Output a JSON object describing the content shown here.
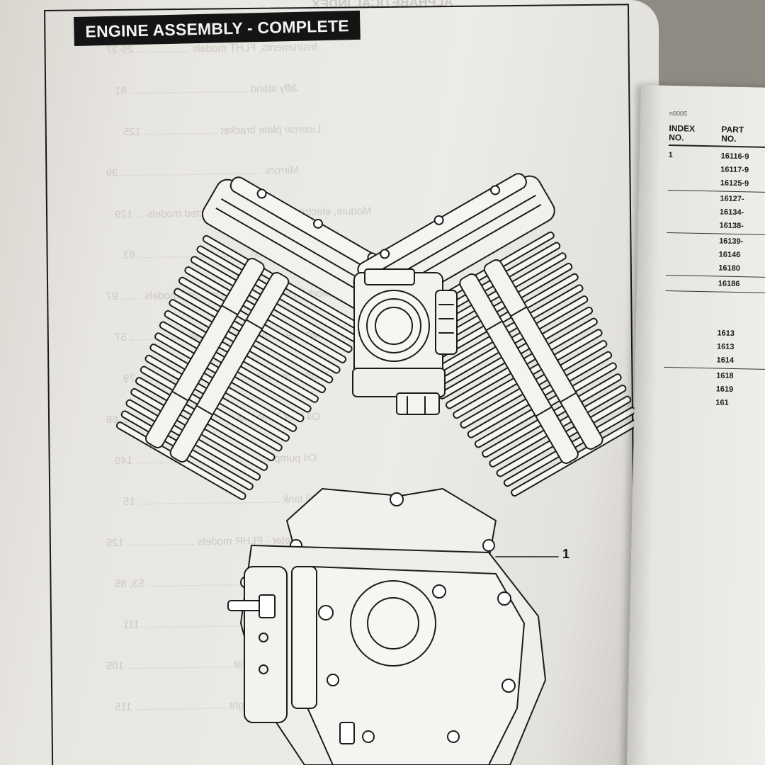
{
  "page": {
    "section_title": "ENGINE ASSEMBLY - COMPLETE",
    "callout": "1"
  },
  "parts_table": {
    "code": "n0005",
    "headers": {
      "index": "INDEX\nNO.",
      "part": "PART\nNO."
    },
    "index_first": "1",
    "groups": [
      [
        "16116-9",
        "16117-9",
        "16125-9"
      ],
      [
        "16127-",
        "16134-",
        "16138-"
      ],
      [
        "16139-",
        "16146",
        "16180"
      ],
      [
        "16186"
      ],
      [
        "1613",
        "1613",
        "1614"
      ],
      [
        "1618",
        "1619",
        "161"
      ]
    ]
  },
  "bleed_through": {
    "heading": "ALPHABETICAL INDEX",
    "lines": [
      "Instruments, FLHT models .................. 29-37",
      "Jiffy stand ........................................ 81",
      "License plate bracket ......................... 125",
      "Mirrors ................................................ 39",
      "Module, electronic control - fuel injected models ... 129",
      "Module, ignition ..................................... 63",
      "Module, induction - fuel injected models ....... 97",
      "Module, turn signal canceller .................. 57",
      "Muffler, mounts ....................................... 79",
      "Oil filter & mounts ................................ 56, 68",
      "Oil pump .............................................. 149",
      "Oil tank ................................................ 15",
      "Speedometer - FLHR models ....................... 125",
      "Sprocket, rear .................................... 53, 85",
      "Starter motor ...................................... 111",
      "Swingarm, rear ................................... 105",
      "Switch, brake light ............................... 115"
    ]
  }
}
